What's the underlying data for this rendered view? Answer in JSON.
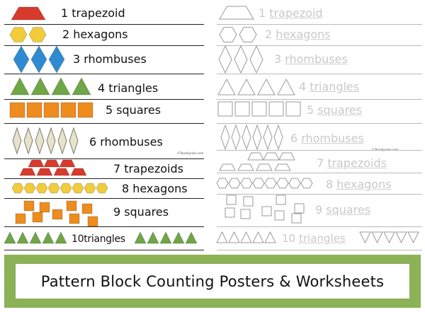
{
  "posters": {
    "rows": [
      {
        "num": "1",
        "word": "trapezoid",
        "shape": "trapezoid",
        "count": 1
      },
      {
        "num": "2",
        "word": "hexagons",
        "shape": "hexagon",
        "count": 2
      },
      {
        "num": "3",
        "word": "rhombuses",
        "shape": "blue-rhombus",
        "count": 3
      },
      {
        "num": "4",
        "word": "triangles",
        "shape": "triangle",
        "count": 4
      },
      {
        "num": "5",
        "word": "squares",
        "shape": "square",
        "count": 5
      },
      {
        "num": "6",
        "word": "rhombuses",
        "shape": "tan-rhombus",
        "count": 6
      },
      {
        "num": "7",
        "word": "trapezoids",
        "shape": "trapezoid",
        "count": 7
      },
      {
        "num": "8",
        "word": "hexagons",
        "shape": "hexagon",
        "count": 8
      },
      {
        "num": "9",
        "word": "squares",
        "shape": "square",
        "count": 9
      },
      {
        "num": "10",
        "word": "triangles",
        "shape": "triangle",
        "count": 10
      }
    ],
    "credit": "©TeachJunkie.com"
  },
  "worksheets": {
    "rows": [
      {
        "num": "1",
        "word": "trapezoid"
      },
      {
        "num": "2",
        "word": "hexagons"
      },
      {
        "num": "3",
        "word": "rhombuses"
      },
      {
        "num": "4",
        "word": "triangles"
      },
      {
        "num": "5",
        "word": "squares"
      },
      {
        "num": "6",
        "word": "rhombuses"
      },
      {
        "num": "7",
        "word": "trapezoids"
      },
      {
        "num": "8",
        "word": "hexagons"
      },
      {
        "num": "9",
        "word": "squares"
      },
      {
        "num": "10",
        "word": "triangles"
      }
    ],
    "credit": "©TeachJunkie.com"
  },
  "banner": {
    "title": "Pattern Block Counting Posters & Worksheets"
  },
  "colors": {
    "trapezoid": "#d83a2c",
    "hexagon": "#f2cc3a",
    "blue-rhombus": "#2f8bd1",
    "triangle": "#6fa646",
    "square": "#ee8c1e",
    "tan-rhombus": "#e6e2cc",
    "outline": "#9a9a9a",
    "banner": "#8bb356"
  }
}
